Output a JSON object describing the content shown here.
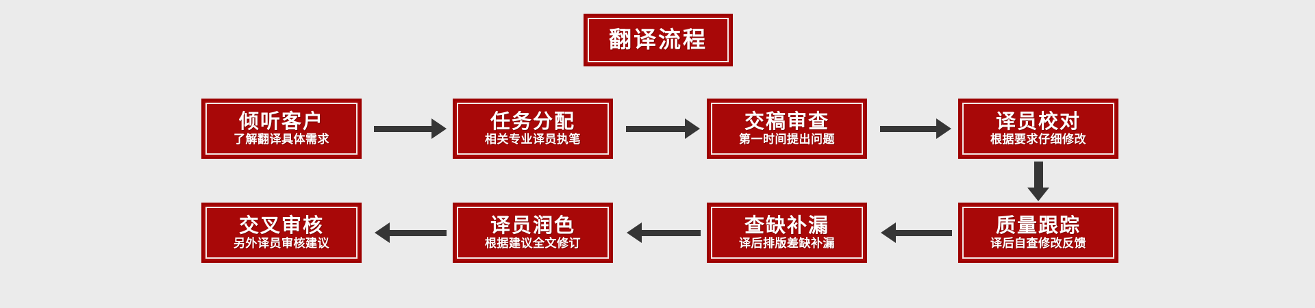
{
  "diagram": {
    "background_color": "#ebebeb",
    "box_fill_color": "#a80808",
    "box_border_color": "#9c0000",
    "box_inner_border_color": "#f3e9e6",
    "arrow_color": "#363636",
    "text_color": "#ffffff",
    "header": {
      "title": "翻译流程"
    },
    "steps_row1": [
      {
        "title": "倾听客户",
        "sub": "了解翻译具体需求"
      },
      {
        "title": "任务分配",
        "sub": "相关专业译员执笔"
      },
      {
        "title": "交稿审查",
        "sub": "第一时间提出问题"
      },
      {
        "title": "译员校对",
        "sub": "根据要求仔细修改"
      }
    ],
    "steps_row2": [
      {
        "title": "交叉审核",
        "sub": "另外译员审核建议"
      },
      {
        "title": "译员润色",
        "sub": "根据建议全文修订"
      },
      {
        "title": "查缺补漏",
        "sub": "译后排版差缺补漏"
      },
      {
        "title": "质量跟踪",
        "sub": "译后自查修改反馈"
      }
    ],
    "connectors": [
      {
        "name": "arrow-row1-1",
        "direction": "right"
      },
      {
        "name": "arrow-row1-2",
        "direction": "right"
      },
      {
        "name": "arrow-row1-3",
        "direction": "right"
      },
      {
        "name": "arrow-down-right",
        "direction": "down"
      },
      {
        "name": "arrow-row2-1",
        "direction": "left"
      },
      {
        "name": "arrow-row2-2",
        "direction": "left"
      },
      {
        "name": "arrow-row2-3",
        "direction": "left"
      }
    ]
  }
}
